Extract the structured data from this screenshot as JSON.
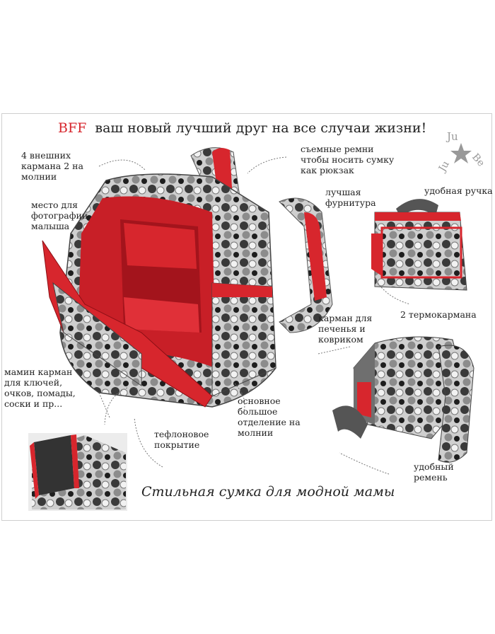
{
  "header": {
    "brand": "BFF",
    "tagline": "ваш новый лучший друг на все случаи жизни!"
  },
  "logo": {
    "top": "Ju",
    "middle_left": "Ju",
    "middle_right": "Be"
  },
  "labels": {
    "external_pockets": "4 внешних\nкармана 2 на\nмолнии",
    "photo_place": "место для\nфотографии\nмалыша",
    "removable_straps": "съемные ремни\nчтобы носить сумку\nкак рюкзак",
    "best_hardware": "лучшая\nфурнитура",
    "handle": "удобная ручка",
    "thermo_pockets": "2 термокармана",
    "cookie_pocket": "карман для\nпеченья и\nковриком",
    "mom_pocket": "мамин карман\nдля ключей,\nочков, помады,\nсоски и пр...",
    "teflon": "тефлоновое\nпокрытие",
    "main_compartment": "основное\nбольшое\nотделение на\nмолнии",
    "strap": "удобный\nремень"
  },
  "footer": {
    "slogan": "Стильная сумка для модной мамы"
  },
  "colors": {
    "accent": "#d7262d",
    "fabric_dark": "#3a3a3a",
    "fabric_mid": "#8c8c8c",
    "fabric_light": "#d9d9d9"
  }
}
